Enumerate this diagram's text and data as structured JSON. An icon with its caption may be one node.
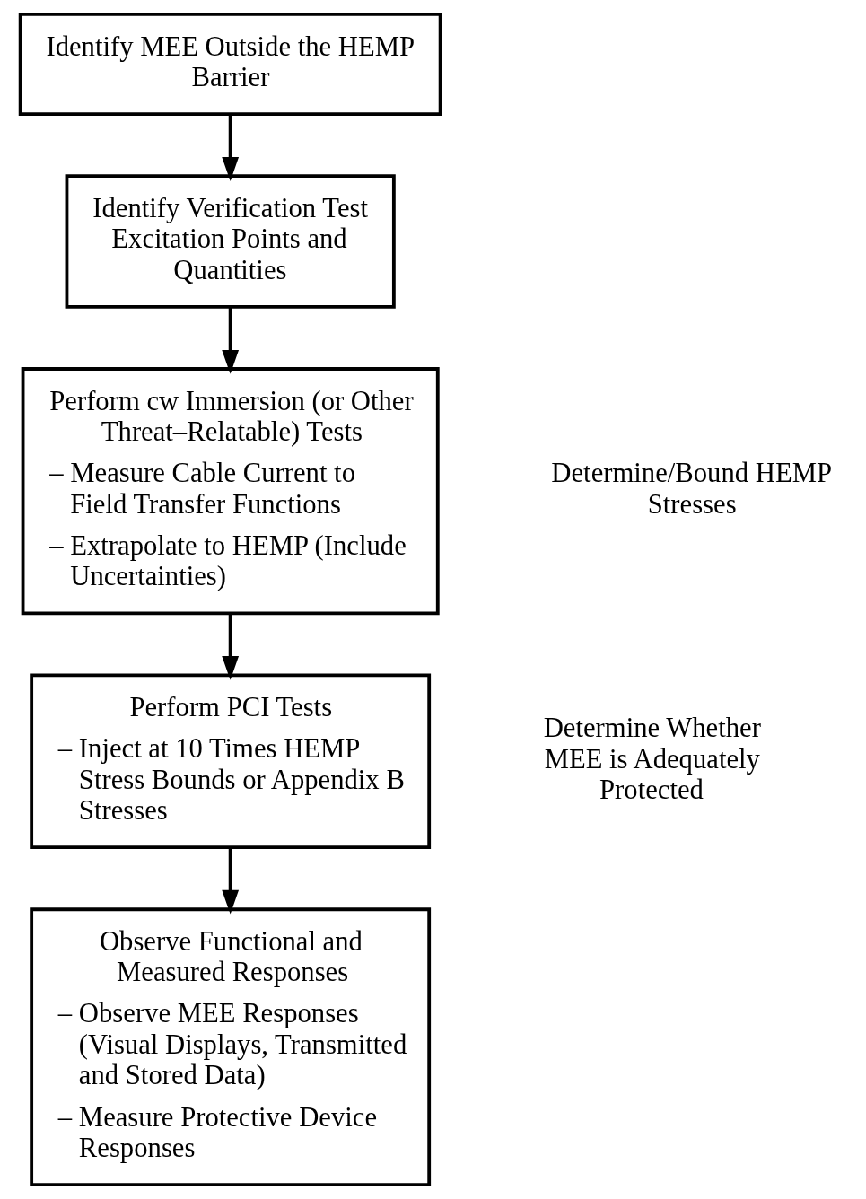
{
  "diagram": {
    "nodes": [
      {
        "text": [
          "Identify MEE Outside the HEMP Barrier"
        ]
      },
      {
        "text": [
          "Identify Verification Test Excitation Points and Quantities"
        ]
      },
      {
        "text": [
          "Perform cw Immersion (or Other Threat–Relatable) Tests",
          "– Measure Cable Current to Field Transfer Functions",
          "– Extrapolate to HEMP (Include Uncertainties)"
        ]
      },
      {
        "text": [
          "Perform PCI Tests",
          "– Inject at 10 Times HEMP Stress Bounds or Appendix B Stresses"
        ]
      },
      {
        "text": [
          "Observe Functional and Measured Responses",
          "– Observe MEE Responses (Visual Displays, Transmitted and Stored Data)",
          "– Measure Protective Device Responses"
        ]
      }
    ],
    "edges": [
      {
        "from": 0,
        "to": 1,
        "arrow": "to"
      },
      {
        "from": 1,
        "to": 2,
        "arrow": "to"
      },
      {
        "from": 2,
        "to": 3,
        "arrow": "to"
      },
      {
        "from": 3,
        "to": 4,
        "arrow": "to"
      }
    ],
    "labels": [
      "Determine/Bound HEMP Stresses",
      "Determine Whether MEE is Adequately Protected"
    ]
  }
}
